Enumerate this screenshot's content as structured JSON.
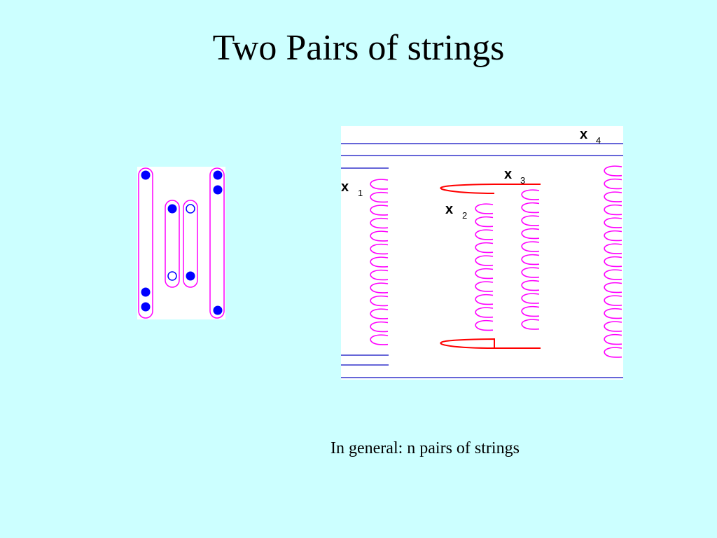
{
  "slide": {
    "title": "Two Pairs of strings",
    "caption": "In general:  n pairs of strings"
  },
  "diagram": {
    "labels": [
      {
        "main": "x",
        "sub": "4"
      },
      {
        "main": "x",
        "sub": "3"
      },
      {
        "main": "x",
        "sub": "1"
      },
      {
        "main": "x",
        "sub": "2"
      }
    ],
    "colors": {
      "background": "#ccffff",
      "panel": "#ffffff",
      "string_line": "#3333cc",
      "loop": "#ff00ff",
      "connector": "#ff0000",
      "dot": "#0000ff"
    }
  }
}
